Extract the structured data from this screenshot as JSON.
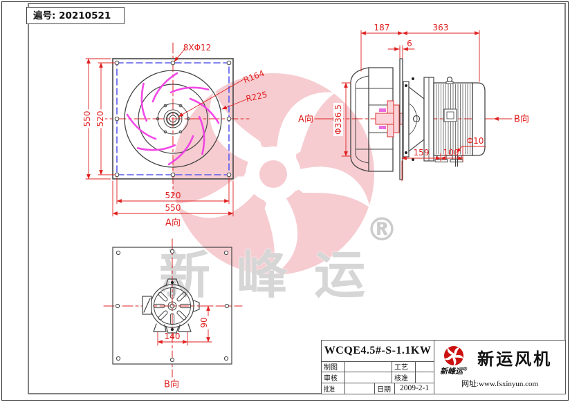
{
  "header": {
    "doc_no": "遍号: 20210521"
  },
  "colors": {
    "dim_red": "#e02020",
    "blade_magenta": "#f23ae6",
    "frame_blue": "#5a5aee",
    "line_dark": "#3f3f3f",
    "logo_red": "#cc1111",
    "watermark_pink": "#f6ccd1",
    "watermark_gray": "#d6d6d6"
  },
  "front_view": {
    "bolt_note": "8XΦ12",
    "radius_inner": "R164",
    "radius_outer": "R225",
    "dim_left_outer": "550",
    "dim_left_inner": "520",
    "dim_bottom_inner": "520",
    "dim_bottom_outer": "550",
    "view_label": "A向"
  },
  "side_view": {
    "dim_left_span": "187",
    "dim_right_span": "363",
    "dim_plate_thickness": "6",
    "dim_impeller_dia": "Φ336.5",
    "dim_foot_offset": "159",
    "dim_foot_span": "100",
    "dim_hole_dia": "Φ10",
    "view_from_label": "A向",
    "view_label": "B向"
  },
  "bottom_view": {
    "dim_foot_width": "140",
    "dim_foot_height": "90",
    "view_label": "B向"
  },
  "watermark": {
    "brand": "新峰运",
    "registered": "®"
  },
  "title_block": {
    "model": "WCQE4.5#-S-1.1KW",
    "fields": {
      "drawn_label": "制图",
      "checked_label": "审核",
      "approved_label": "批准",
      "process_label": "工艺",
      "ratified_label": "核准",
      "date_label": "日期",
      "date_value": "2009-2-1"
    },
    "company": {
      "name": "新运风机",
      "brand_script": "新峰运",
      "registered": "®",
      "website": "网址:www.fsxinyun.com"
    }
  }
}
